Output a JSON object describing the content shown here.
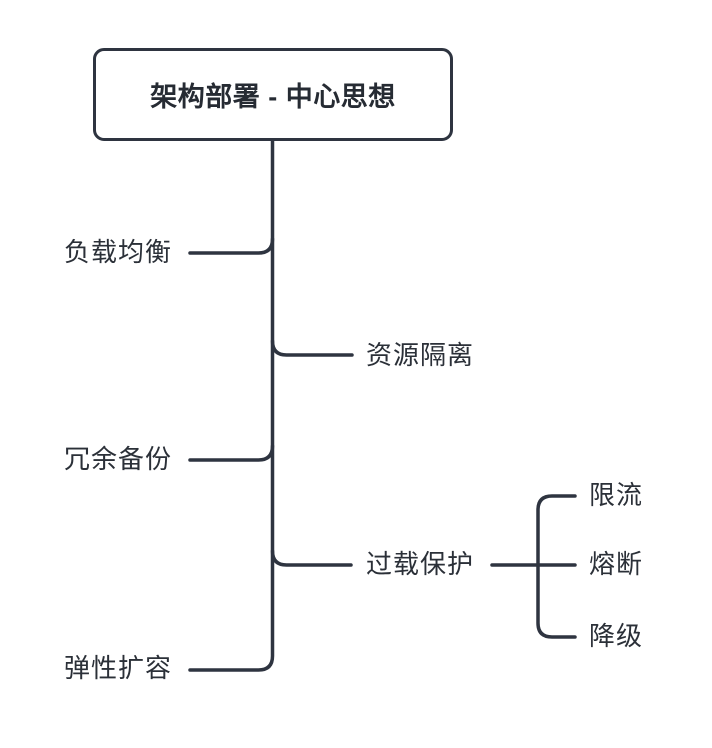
{
  "diagram": {
    "type": "mindmap",
    "background_color": "#ffffff",
    "line_color": "#2e3440",
    "text_color": "#2b3038",
    "root": {
      "label": "架构部署 - 中心思想"
    },
    "branches": [
      {
        "id": "load-balancing",
        "label": "负载均衡",
        "side": "left"
      },
      {
        "id": "resource-isolation",
        "label": "资源隔离",
        "side": "right"
      },
      {
        "id": "redundant-backup",
        "label": "冗余备份",
        "side": "left"
      },
      {
        "id": "overload-protection",
        "label": "过载保护",
        "side": "right",
        "children": [
          {
            "id": "rate-limiting",
            "label": "限流"
          },
          {
            "id": "circuit-breaking",
            "label": "熔断"
          },
          {
            "id": "degradation",
            "label": "降级"
          }
        ]
      },
      {
        "id": "elastic-scaling",
        "label": "弹性扩容",
        "side": "left"
      }
    ]
  }
}
